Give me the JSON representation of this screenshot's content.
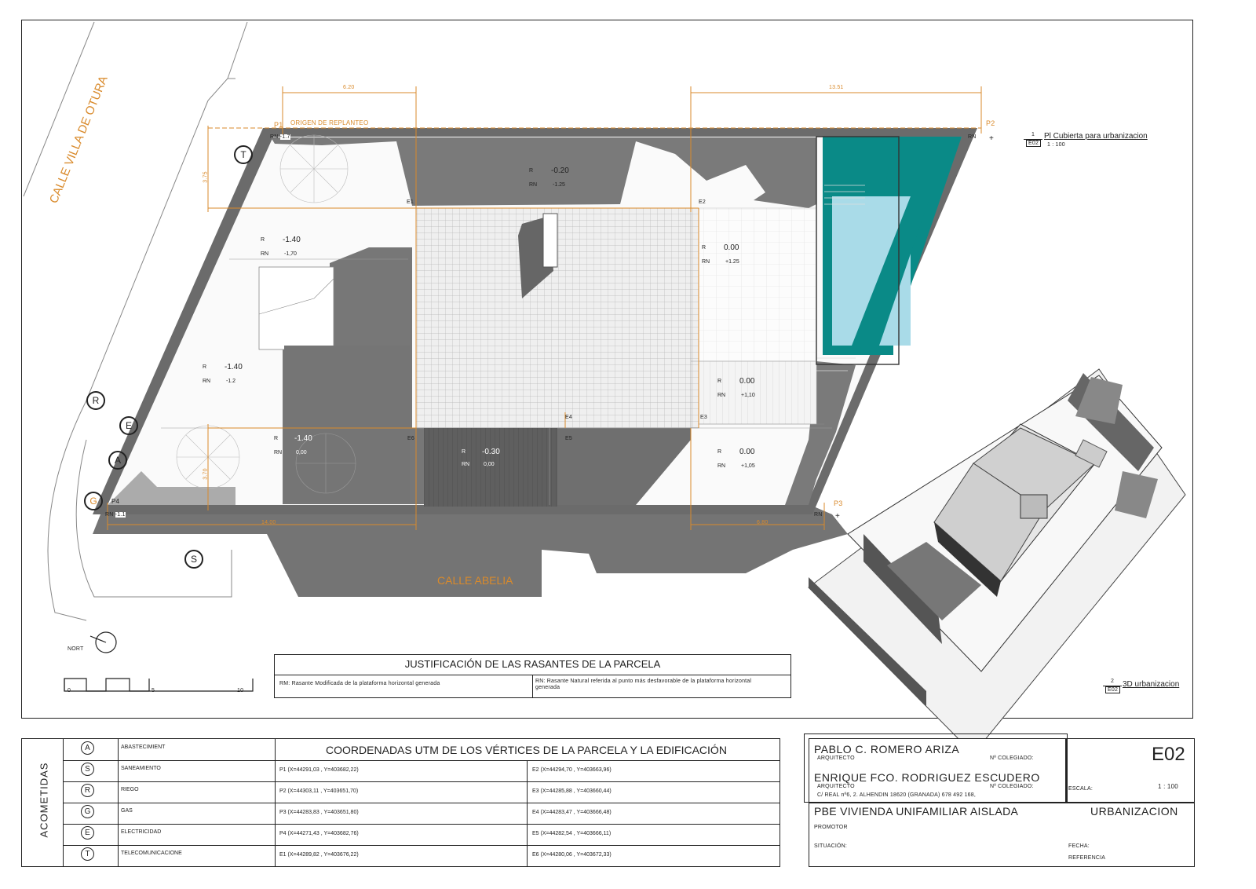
{
  "colors": {
    "accent_orange": "#d98a2b",
    "shadow": "#737373",
    "pool_dark": "#0a8a87",
    "pool_light": "#a9dbe8",
    "ink": "#222222"
  },
  "plan": {
    "street_left": "CALLE VILLA DE OTURA",
    "street_bottom": "CALLE ABELIA",
    "origin_label": "ORIGEN DE REPLANTEO",
    "points": [
      "P1",
      "P2",
      "P3",
      "P4"
    ],
    "e_points": [
      "E1",
      "E2",
      "E3",
      "E4",
      "E5",
      "E6"
    ],
    "dimensions": [
      "6.20",
      "13.51",
      "3.75",
      "3.70",
      "14.00",
      "6.80"
    ],
    "levels": [
      {
        "r": "-0.20",
        "rn": "-1.25"
      },
      {
        "r": "-1.40",
        "rn": "-1,70"
      },
      {
        "r": "0.00",
        "rn": "+1.25"
      },
      {
        "r": "-1.40",
        "rn": "-1.2"
      },
      {
        "r": "0.00",
        "rn": "+1,10"
      },
      {
        "r": "-1.40",
        "rn": "0,00"
      },
      {
        "r": "-0.30",
        "rn": "0,00"
      },
      {
        "r": "0.00",
        "rn": "+1,05"
      }
    ],
    "r_label": "R",
    "rn_label": "RN",
    "rn_corner": "RN",
    "corner_left": "-1.7",
    "corner_bottom": "-1.1",
    "plus": "+",
    "acometida_letters": [
      "T",
      "R",
      "E",
      "A",
      "G",
      "S"
    ],
    "north": "NORT",
    "scale_ticks": [
      "0",
      "5",
      "10"
    ]
  },
  "view1": {
    "num": "1",
    "sheet": "E02",
    "title": "Pl Cubierta para urbanizacion",
    "scale": "1 : 100"
  },
  "view2": {
    "num": "2",
    "sheet": "E02",
    "title": "3D urbanizacion"
  },
  "rasantes": {
    "title": "JUSTIFICACIÓN DE LAS RASANTES DE LA PARCELA",
    "rm": "RM: Rasante Modificada de la plataforma horizontal generada",
    "rn": "RN: Rasante Natural referida al punto más desfavorable de la plataforma horizontal generada"
  },
  "acometidas": {
    "title": "ACOMETIDAS",
    "items": [
      {
        "letter": "A",
        "label": "ABASTECIMIENT"
      },
      {
        "letter": "S",
        "label": "SANEAMIENTO"
      },
      {
        "letter": "R",
        "label": "RIEGO"
      },
      {
        "letter": "G",
        "label": "GAS"
      },
      {
        "letter": "E",
        "label": "ELECTRICIDAD"
      },
      {
        "letter": "T",
        "label": "TELECOMUNICACIONE"
      }
    ]
  },
  "coordinates": {
    "title": "COORDENADAS UTM DE LOS VÉRTICES DE LA PARCELA Y LA EDIFICACIÓN",
    "left": [
      "P1 (X=44291,03 , Y=403682,22)",
      "P2 (X=44303,11 , Y=403651,70)",
      "P3 (X=44283,83 , Y=403651,80)",
      "P4 (X=44271,43 , Y=403682,76)",
      "E1 (X=44289,82 , Y=403676,22)"
    ],
    "right": [
      "E2 (X=44294,70 , Y=403663,96)",
      "E3 (X=44285,88 , Y=403660,44)",
      "E4 (X=44283,47 , Y=403666,48)",
      "E5 (X=44282,54 , Y=403666,11)",
      "E6 (X=44280,06 , Y=403672,33)"
    ]
  },
  "titleblock": {
    "architect1": "PABLO C. ROMERO ARIZA",
    "architect2": "ENRIQUE FCO. RODRIGUEZ ESCUDERO",
    "arquitecto": "ARQUITECTO",
    "colegiado": "Nº COLEGIADO:",
    "address": "C/ REAL nº6, 2. ALHENDIN 18620 (GRANADA) 678 492 168,",
    "sheet": "E02",
    "escala_label": "ESCALA:",
    "escala": "1 : 100",
    "project": "PBE VIVIENDA UNIFAMILIAR AISLADA",
    "section": "URBANIZACION",
    "promotor": "PROMOTOR",
    "situacion": "SITUACIÓN:",
    "fecha": "FECHA:",
    "referencia": "REFERENCIA"
  }
}
